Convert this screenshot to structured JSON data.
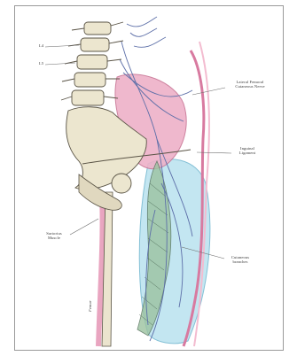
{
  "labels": {
    "vertebra_l4": "L4",
    "vertebra_l5": "L5",
    "lateral_femoral_cutaneous": "Lateral Femoral\nCutaneous Nerve",
    "inguinal_ligament": "Inguinal\nLigament",
    "sartorius": "Sartorius\nMuscle",
    "femoral_nerve_branches": "Cutaneous\nbranches",
    "femur": "Femur"
  },
  "colors": {
    "bone": "#ece6cf",
    "bone_outline": "#5a5446",
    "muscle_pink": "#e69ab8",
    "fascia_blue": "#9ed3e6",
    "nerve": "#5d6fa8",
    "leader": "#6a6a6a"
  }
}
